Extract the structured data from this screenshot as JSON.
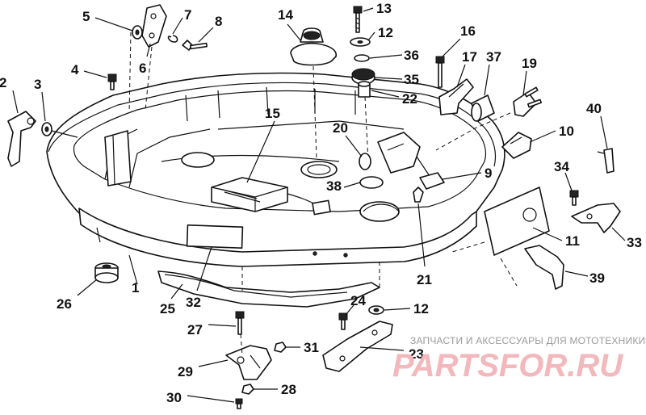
{
  "diagram": {
    "callouts": [
      {
        "id": "c1",
        "label": "1"
      },
      {
        "id": "c2",
        "label": "2"
      },
      {
        "id": "c3",
        "label": "3"
      },
      {
        "id": "c4",
        "label": "4"
      },
      {
        "id": "c5",
        "label": "5"
      },
      {
        "id": "c6",
        "label": "6"
      },
      {
        "id": "c7",
        "label": "7"
      },
      {
        "id": "c8",
        "label": "8"
      },
      {
        "id": "c9",
        "label": "9"
      },
      {
        "id": "c10",
        "label": "10"
      },
      {
        "id": "c11",
        "label": "11"
      },
      {
        "id": "c12a",
        "label": "12"
      },
      {
        "id": "c12b",
        "label": "12"
      },
      {
        "id": "c13",
        "label": "13"
      },
      {
        "id": "c14",
        "label": "14"
      },
      {
        "id": "c15",
        "label": "15"
      },
      {
        "id": "c16",
        "label": "16"
      },
      {
        "id": "c17",
        "label": "17"
      },
      {
        "id": "c19",
        "label": "19"
      },
      {
        "id": "c20",
        "label": "20"
      },
      {
        "id": "c21",
        "label": "21"
      },
      {
        "id": "c22",
        "label": "22"
      },
      {
        "id": "c23",
        "label": "23"
      },
      {
        "id": "c24",
        "label": "24"
      },
      {
        "id": "c25",
        "label": "25"
      },
      {
        "id": "c26",
        "label": "26"
      },
      {
        "id": "c27",
        "label": "27"
      },
      {
        "id": "c28",
        "label": "28"
      },
      {
        "id": "c29",
        "label": "29"
      },
      {
        "id": "c30",
        "label": "30"
      },
      {
        "id": "c31",
        "label": "31"
      },
      {
        "id": "c32",
        "label": "32"
      },
      {
        "id": "c33",
        "label": "33"
      },
      {
        "id": "c34",
        "label": "34"
      },
      {
        "id": "c35",
        "label": "35"
      },
      {
        "id": "c36",
        "label": "36"
      },
      {
        "id": "c37",
        "label": "37"
      },
      {
        "id": "c38",
        "label": "38"
      },
      {
        "id": "c39",
        "label": "39"
      },
      {
        "id": "c40",
        "label": "40"
      }
    ]
  },
  "watermark": {
    "tagline": "ЗАПЧАСТИ И АКСЕССУАРЫ ДЛЯ МОТОТЕХНИКИ",
    "logo": "PARTSFOR.RU"
  }
}
